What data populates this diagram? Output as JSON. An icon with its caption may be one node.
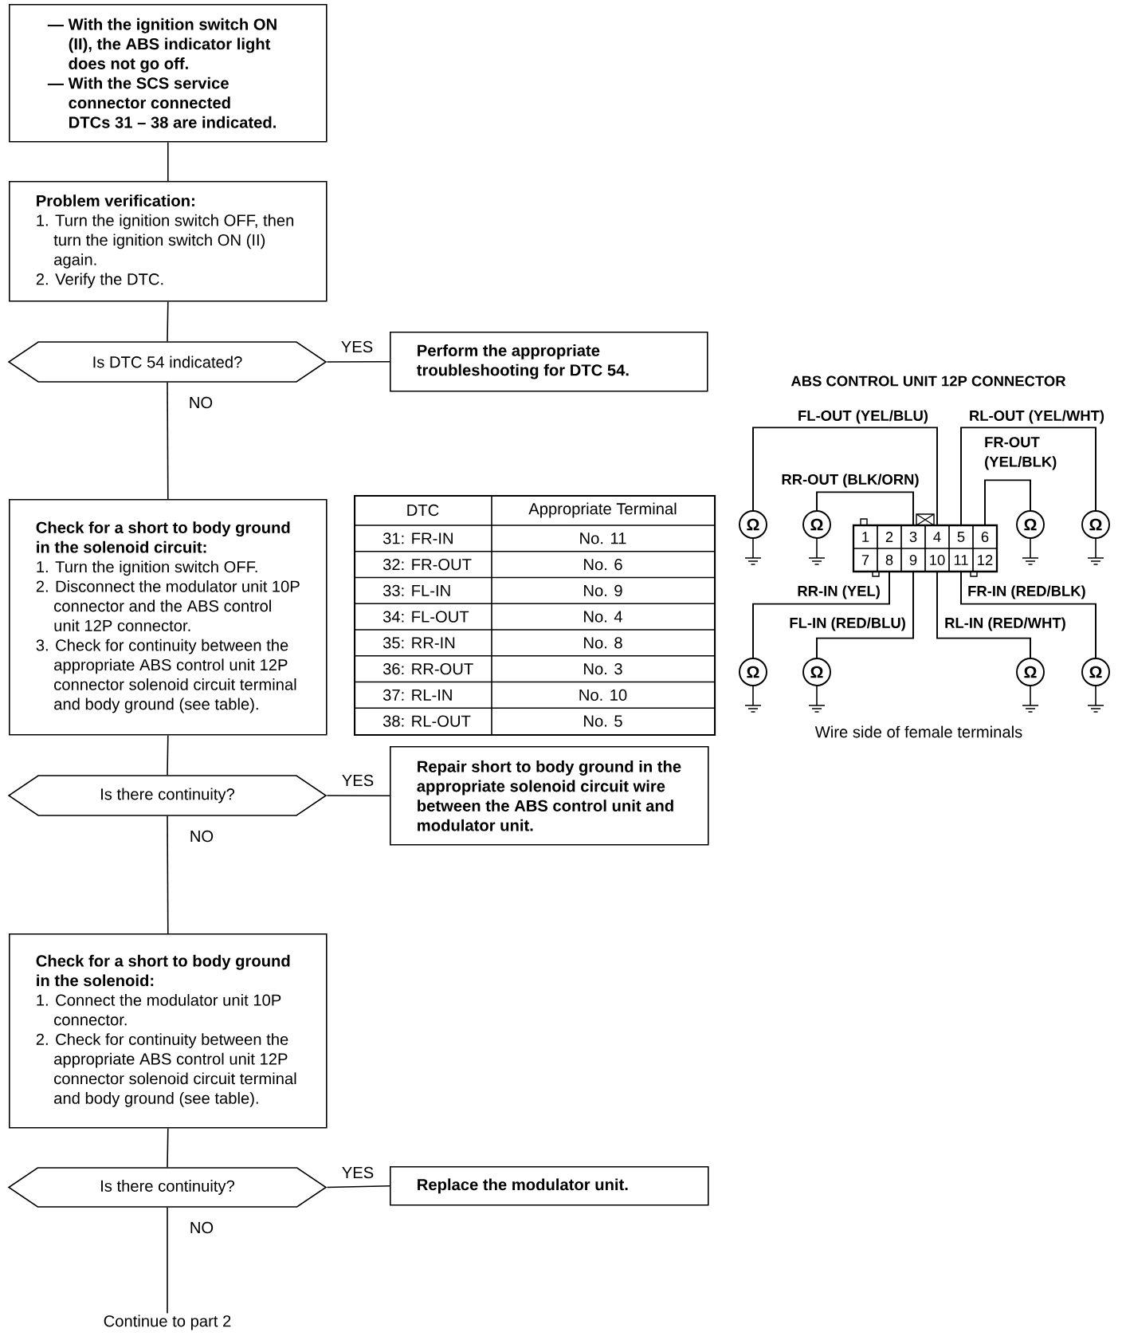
{
  "diagram": {
    "nodes": [
      {
        "text": [
          "— With the ignition switch ON (II), the ABS indicator light does not go off.",
          "— With the SCS service connector connected",
          "DTCs 31 – 38 are indicated."
        ]
      },
      {
        "text": [
          "Problem verification:",
          "1. Turn the ignition switch OFF, then turn the ignition switch ON (II) again.",
          "2. Verify the DTC."
        ]
      },
      {
        "text": [
          "Is DTC 54 indicated?"
        ]
      },
      {
        "text": [
          "Perform the appropriate troubleshooting for DTC 54."
        ]
      },
      {
        "text": [
          "Check for a short to body ground in the solenoid circuit:",
          "1. Turn the ignition switch OFF.",
          "2. Disconnect the modulator unit 10P connector and the ABS control unit 12P connector.",
          "3. Check for continuity between the appropriate ABS control unit 12P connector solenoid circuit terminal and body ground (see table)."
        ]
      },
      {
        "text": [
          "Is there continuity?"
        ]
      },
      {
        "text": [
          "Repair short to body ground in the appropriate solenoid circuit wire between the ABS control unit and modulator unit."
        ]
      },
      {
        "text": [
          "Check for a short to body ground in the solenoid:",
          "1. Connect the modulator unit 10P connector.",
          "2. Check for continuity between the appropriate ABS control unit 12P connector solenoid circuit terminal and body ground (see table)."
        ]
      },
      {
        "text": [
          "Is there continuity?"
        ]
      },
      {
        "text": [
          "Replace the modulator unit."
        ]
      },
      {
        "text": [
          "Continue to part 2"
        ]
      },
      {
        "text": [
          "1"
        ]
      },
      {
        "text": [
          "2"
        ]
      },
      {
        "text": [
          "3"
        ]
      },
      {
        "text": [
          "4"
        ]
      },
      {
        "text": [
          "5"
        ]
      },
      {
        "text": [
          "6"
        ]
      },
      {
        "text": [
          "7"
        ]
      },
      {
        "text": [
          "8"
        ]
      },
      {
        "text": [
          "9"
        ]
      },
      {
        "text": [
          "10"
        ]
      },
      {
        "text": [
          "11"
        ]
      },
      {
        "text": [
          "12"
        ]
      },
      {
        "text": [
          "Ω"
        ]
      },
      {
        "text": [
          "Ω"
        ]
      },
      {
        "text": [
          "Ω"
        ]
      },
      {
        "text": [
          "Ω"
        ]
      },
      {
        "text": [
          "Ω"
        ]
      },
      {
        "text": [
          "Ω"
        ]
      },
      {
        "text": [
          "Ω"
        ]
      },
      {
        "text": [
          "Ω"
        ]
      },
      {
        "text": [
          "DTC",
          "Appropriate Terminal",
          "31: FR-IN",
          "No. 11",
          "32: FR-OUT",
          "No. 6",
          "33: FL-IN",
          "No. 9",
          "34: FL-OUT",
          "No. 4",
          "35: RR-IN",
          "No. 8",
          "36: RR-OUT",
          "No. 3",
          "37: RL-IN",
          "No. 10",
          "38: RL-OUT",
          "No. 5"
        ]
      }
    ],
    "edges": [
      {
        "from": 0,
        "to": 1,
        "arrow": "none"
      },
      {
        "from": 1,
        "to": 2,
        "arrow": "none"
      },
      {
        "from": 2,
        "to": 3,
        "arrow": "none",
        "label": "YES"
      },
      {
        "from": 2,
        "to": 4,
        "arrow": "none",
        "label": "NO"
      },
      {
        "from": 4,
        "to": 5,
        "arrow": "none"
      },
      {
        "from": 5,
        "to": 6,
        "arrow": "none",
        "label": "YES"
      },
      {
        "from": 5,
        "to": 7,
        "arrow": "none",
        "label": "NO"
      },
      {
        "from": 7,
        "to": 8,
        "arrow": "none"
      },
      {
        "from": 8,
        "to": 9,
        "arrow": "none",
        "label": "YES"
      },
      {
        "from": 8,
        "to": 10,
        "arrow": "none",
        "label": "NO"
      },
      {
        "from": 14,
        "to": 23,
        "arrow": "none",
        "label": "FL-OUT (YEL/BLU)"
      },
      {
        "from": 13,
        "to": 24,
        "arrow": "none",
        "label": "RR-OUT (BLK/ORN)"
      },
      {
        "from": 16,
        "to": 25,
        "arrow": "none",
        "label": "FR-OUT (YEL/BLK)"
      },
      {
        "from": 15,
        "to": 26,
        "arrow": "none",
        "label": "RL-OUT (YEL/WHT)"
      },
      {
        "from": 18,
        "to": 27,
        "arrow": "none",
        "label": "RR-IN (YEL)"
      },
      {
        "from": 19,
        "to": 28,
        "arrow": "none",
        "label": "FL-IN (RED/BLU)"
      },
      {
        "from": 20,
        "to": 29,
        "arrow": "none",
        "label": "RL-IN (RED/WHT)"
      },
      {
        "from": 21,
        "to": 30,
        "arrow": "none",
        "label": "FR-IN (RED/BLK)"
      }
    ],
    "labels": [
      "ABS CONTROL UNIT 12P CONNECTOR",
      "Wire side of female terminals"
    ]
  }
}
